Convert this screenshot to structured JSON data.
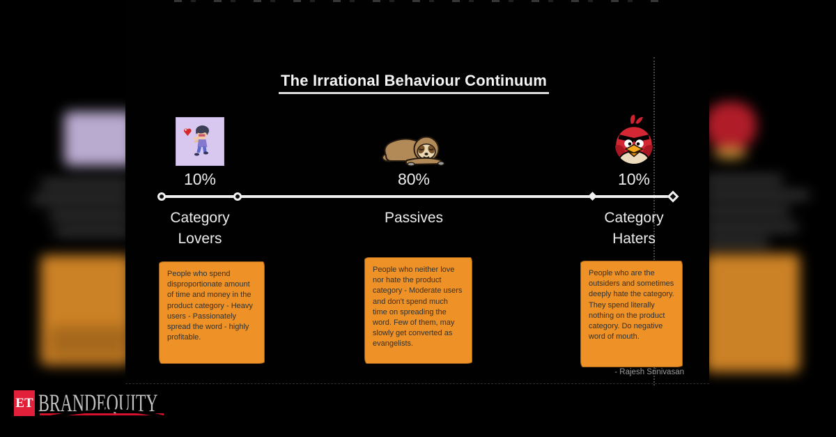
{
  "slide": {
    "title": "The Irrational Behaviour Continuum",
    "attribution": "- Rajesh Srinivasan",
    "segments": [
      {
        "id": "category-lovers",
        "icon": "anime-lover-icon",
        "percent": "10%",
        "label": "Category Lovers",
        "description": "People who spend disproportionate amount of time and money in the product category - Heavy users - Passionately spread the word - highly profitable."
      },
      {
        "id": "passives",
        "icon": "sleeping-sloth-icon",
        "percent": "80%",
        "label": "Passives",
        "description": "People who neither love nor hate the product category - Moderate users and don't spend much time on spreading the word. Few of them, may slowly get converted as evangelists."
      },
      {
        "id": "category-haters",
        "icon": "angry-bird-icon",
        "percent": "10%",
        "label": "Category Haters",
        "description": "People who are the outsiders and sometimes deeply hate the category. They spend literally nothing on the product category. Do negative word of mouth."
      }
    ]
  },
  "logo": {
    "et": "ET",
    "wordmark": "BRANDEQUITY"
  },
  "colors": {
    "background": "#000000",
    "note_orange": "#EE9227",
    "note_text": "#33302A",
    "continuum_white": "#F1F1F1",
    "attribution_gray": "#9A9A9A",
    "logo_red": "#E2203A",
    "lover_bg_lavender": "#D8C7EF",
    "bird_red": "#D32733",
    "sloth_brown": "#B28A58"
  }
}
